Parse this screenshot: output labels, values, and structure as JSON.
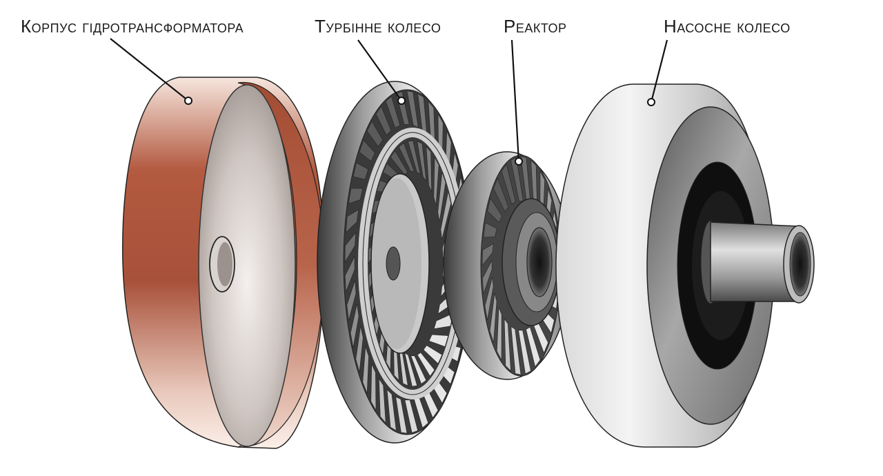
{
  "labels": {
    "housing": "Корпус гідротрансформатора",
    "turbine": "Турбінне колесо",
    "reactor": "Реактор",
    "pump": "Насосне колесо"
  },
  "colors": {
    "housing_copper": "#a8513a",
    "housing_light": "#f3ddd3",
    "metal_dark": "#2a2a2a",
    "metal_mid": "#8c8c8c",
    "metal_light": "#e8e8e8",
    "leader_line": "#111111"
  }
}
